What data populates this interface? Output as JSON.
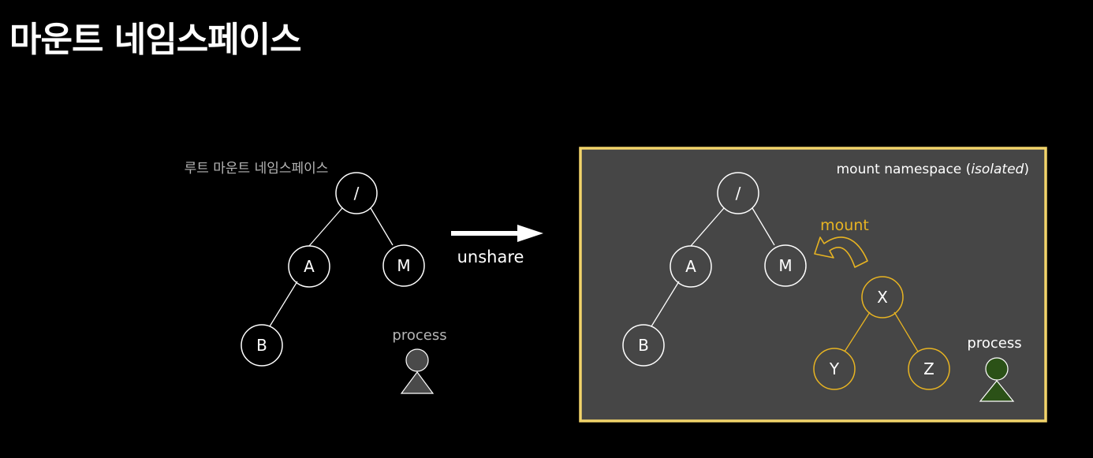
{
  "title": "마운트 네임스페이스",
  "left": {
    "label": "루트 마운트 네임스페이스",
    "nodes": {
      "root": "/",
      "a": "A",
      "m": "M",
      "b": "B"
    },
    "process_label": "process"
  },
  "arrow_label": "unshare",
  "right": {
    "box_label_prefix": "mount namespace (",
    "box_label_italic": "isolated",
    "box_label_suffix": ")",
    "nodes": {
      "root": "/",
      "a": "A",
      "m": "M",
      "b": "B",
      "x": "X",
      "y": "Y",
      "z": "Z"
    },
    "mount_label": "mount",
    "process_label": "process"
  },
  "colors": {
    "background": "#000000",
    "box_fill": "#464646",
    "box_border": "#f2d46a",
    "node_stroke": "#ffffff",
    "highlight": "#e8b422",
    "left_process_fill": "#4a4a4a",
    "right_process_fill": "#2b5117",
    "gray_text": "#b5b5b5"
  }
}
